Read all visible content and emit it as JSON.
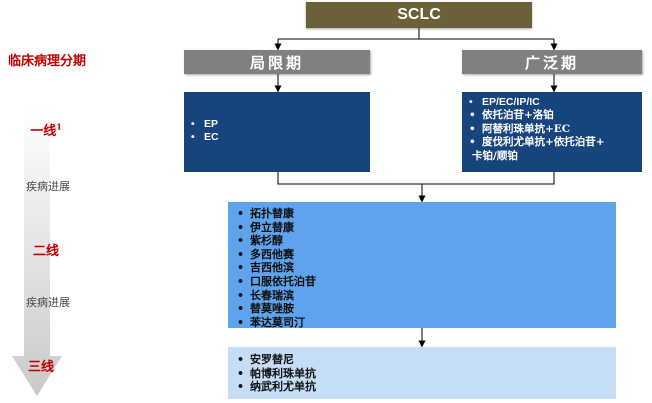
{
  "sidebar": {
    "title": "临床病理分期",
    "lines": [
      {
        "label": "一线",
        "sup": "1"
      },
      {
        "label": "二线"
      },
      {
        "label": "三线"
      }
    ],
    "progression_labels": [
      "疾病进展",
      "疾病进展"
    ]
  },
  "diagram": {
    "root": "SCLC",
    "stages": {
      "limited": "局限期",
      "extensive": "广泛期"
    },
    "limited_first_line": [
      "EP",
      "EC"
    ],
    "extensive_first_line": [
      "EP/EC/IP/IC",
      "依托泊苷+洛铂",
      "阿替利珠单抗+EC",
      "度伐利尤单抗+依托泊苷+",
      "卡铂/顺铂"
    ],
    "second_line": [
      "拓扑替康",
      "伊立替康",
      "紫杉醇",
      "多西他赛",
      "吉西他滨",
      "口服依托泊苷",
      "长春瑞滨",
      "替莫唑胺",
      "苯达莫司汀"
    ],
    "third_line": [
      "安罗替尼",
      "帕博利珠单抗",
      "纳武利尤单抗"
    ]
  },
  "colors": {
    "root_bg": "#6b6139",
    "stage_bg": "#808080",
    "first_line_bg": "#17447c",
    "second_line_bg": "#5ea3ec",
    "third_line_bg": "#c5ddf6",
    "line_label": "#c00000"
  }
}
